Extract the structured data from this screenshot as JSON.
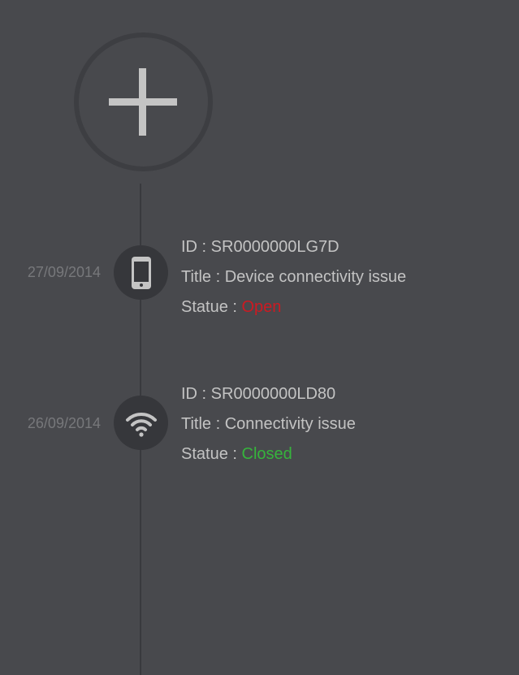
{
  "add_button": {
    "icon": "plus-icon"
  },
  "labels": {
    "id_prefix": "ID : ",
    "title_prefix": "Title : ",
    "status_prefix": "Statue : "
  },
  "entries": [
    {
      "date": "27/09/2014",
      "icon": "phone-icon",
      "id": "SR0000000LG7D",
      "title": "Device connectivity issue",
      "status": "Open",
      "status_color": "#cc1a22"
    },
    {
      "date": "26/09/2014",
      "icon": "wifi-icon",
      "id": "SR0000000LD80",
      "title": "Connectivity issue",
      "status": "Closed",
      "status_color": "#36b43c"
    }
  ],
  "colors": {
    "background": "#48494d",
    "timeline": "#393a3e",
    "icon_circle": "#36373b",
    "text": "#c3c3c3",
    "date": "#77787b"
  }
}
